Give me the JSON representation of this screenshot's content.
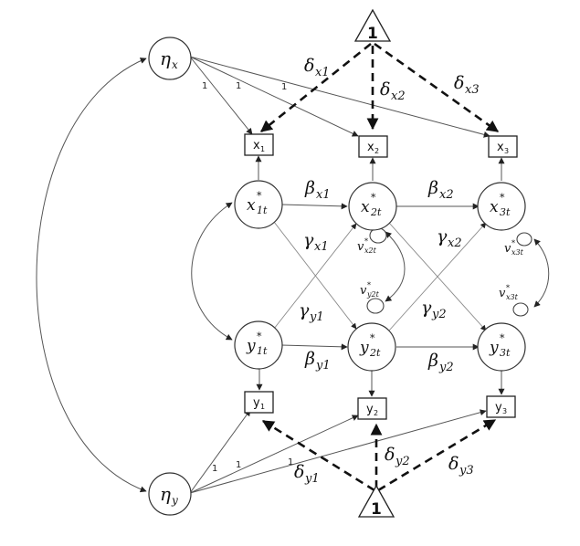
{
  "latent_factors": {
    "eta_x": {
      "sym": "η",
      "sub": "x"
    },
    "eta_y": {
      "sym": "η",
      "sub": "y"
    }
  },
  "constants": {
    "top_label": "1",
    "bottom_label": "1"
  },
  "observed_x": [
    {
      "base": "x",
      "sub": "1"
    },
    {
      "base": "x",
      "sub": "2"
    },
    {
      "base": "x",
      "sub": "3"
    }
  ],
  "observed_y": [
    {
      "base": "y",
      "sub": "1"
    },
    {
      "base": "y",
      "sub": "2"
    },
    {
      "base": "y",
      "sub": "3"
    }
  ],
  "within_x": [
    {
      "base": "x",
      "sup": "*",
      "sub": "1t"
    },
    {
      "base": "x",
      "sup": "*",
      "sub": "2t"
    },
    {
      "base": "x",
      "sup": "*",
      "sub": "3t"
    }
  ],
  "within_y": [
    {
      "base": "y",
      "sup": "*",
      "sub": "1t"
    },
    {
      "base": "y",
      "sup": "*",
      "sub": "2t"
    },
    {
      "base": "y",
      "sup": "*",
      "sub": "3t"
    }
  ],
  "loadings": {
    "x": [
      "1",
      "1",
      "1"
    ],
    "y": [
      "1",
      "1",
      "1"
    ]
  },
  "intercepts_x": [
    {
      "sym": "δ",
      "sub": "x1"
    },
    {
      "sym": "δ",
      "sub": "x2"
    },
    {
      "sym": "δ",
      "sub": "x3"
    }
  ],
  "intercepts_y": [
    {
      "sym": "δ",
      "sub": "y1"
    },
    {
      "sym": "δ",
      "sub": "y2"
    },
    {
      "sym": "δ",
      "sub": "y3"
    }
  ],
  "autoregressive": [
    {
      "sym": "β",
      "sub": "x1"
    },
    {
      "sym": "β",
      "sub": "x2"
    },
    {
      "sym": "β",
      "sub": "y1"
    },
    {
      "sym": "β",
      "sub": "y2"
    }
  ],
  "cross_lagged": [
    {
      "sym": "γ",
      "sub": "x1"
    },
    {
      "sym": "γ",
      "sub": "x2"
    },
    {
      "sym": "γ",
      "sub": "y1"
    },
    {
      "sym": "γ",
      "sub": "y2"
    }
  ],
  "residuals": [
    {
      "sym": "v",
      "sup": "*",
      "sub": "x2t"
    },
    {
      "sym": "v",
      "sup": "*",
      "sub": "x3t"
    },
    {
      "sym": "v",
      "sup": "*",
      "sub": "y2t"
    },
    {
      "sym": "v",
      "sup": "*",
      "sub": "x3t"
    }
  ]
}
